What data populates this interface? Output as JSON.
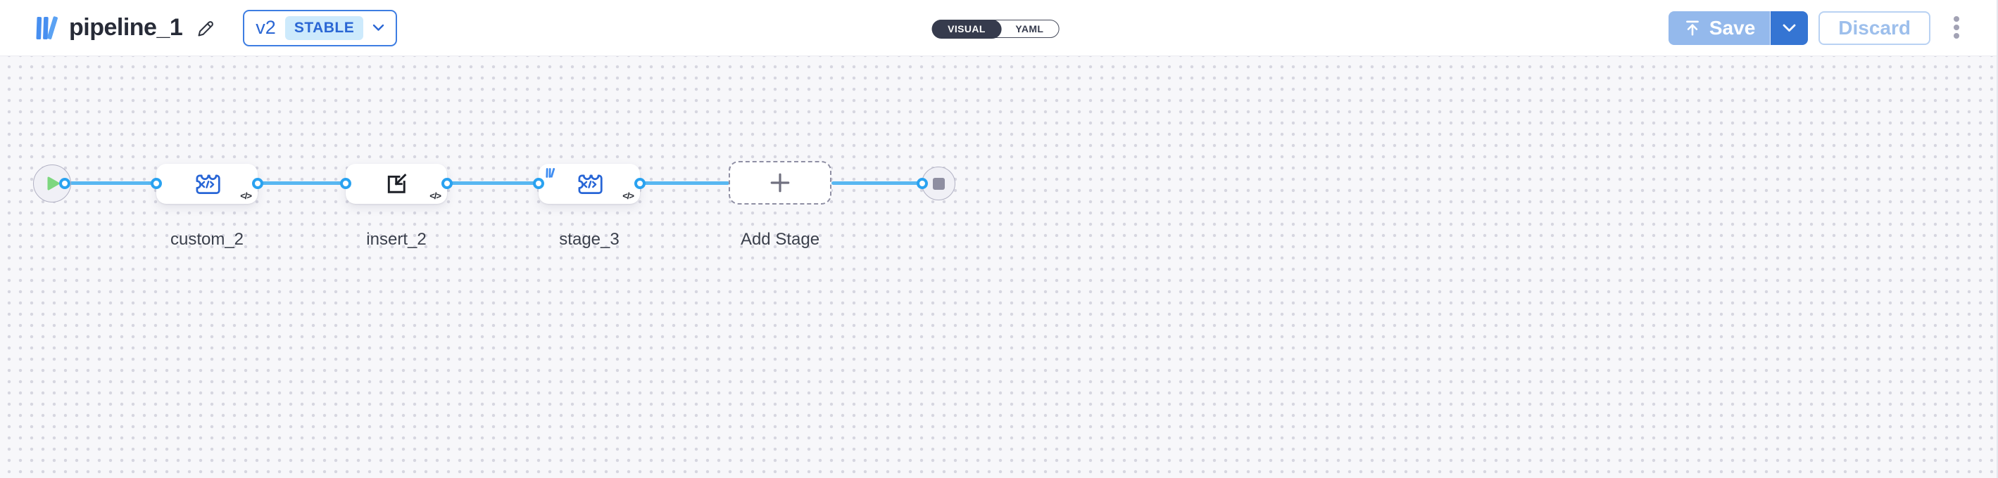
{
  "header": {
    "logo": "pipeline-library-logo",
    "title": "pipeline_1",
    "edit_icon": "pencil-icon",
    "version": {
      "label": "v2",
      "badge": "STABLE",
      "icon": "chevron-down-icon"
    },
    "view_toggle": {
      "options": [
        "VISUAL",
        "YAML"
      ],
      "selected": "VISUAL"
    },
    "save_label": "Save",
    "save_icon": "upload-arrow-icon",
    "save_caret_icon": "chevron-down-icon",
    "discard_label": "Discard",
    "menu_icon": "kebab-menu-icon"
  },
  "canvas": {
    "start_node": {
      "icon": "play-icon"
    },
    "end_node": {
      "icon": "stop-icon"
    },
    "stages": [
      {
        "label": "custom_2",
        "icon": "function-code-icon",
        "code_badge": "</>"
      },
      {
        "label": "insert_2",
        "icon": "insert-arrow-icon",
        "code_badge": "</>"
      },
      {
        "label": "stage_3",
        "icon": "function-code-icon",
        "code_badge": "</>",
        "library_badge": "pipeline-mini-logo"
      }
    ],
    "add_stage": {
      "label": "Add Stage",
      "icon": "plus-icon"
    }
  },
  "colors": {
    "accent_blue": "#2a66d4",
    "icon_blue": "#2765d6",
    "logo_blue": "#478ff0",
    "edge_blue": "#58b7f1",
    "port_blue": "#2aa2f0",
    "save_disabled_bg": "#94b9ec",
    "save_caret_bg": "#3575d3",
    "discard_text": "#9dbfec",
    "toggle_dark": "#363b4d",
    "stable_badge_bg": "#cdeafc",
    "canvas_bg": "#f7f7fa",
    "canvas_dot": "#d6d6e0",
    "play_green": "#7dd77f",
    "stop_gray": "#8e8ea1"
  }
}
